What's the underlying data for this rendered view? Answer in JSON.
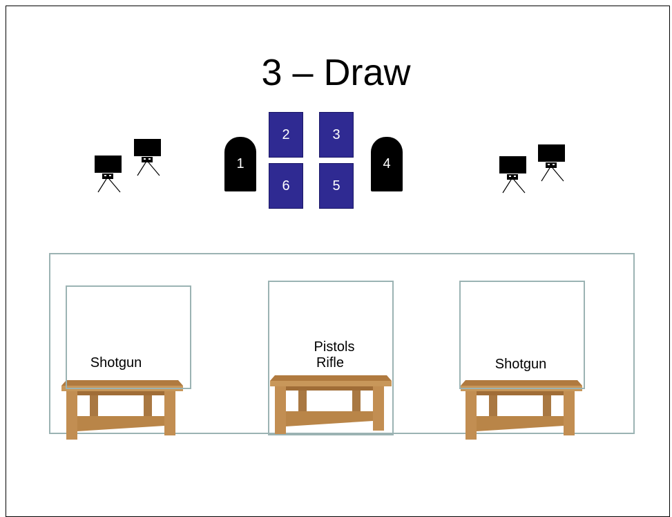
{
  "slide": {
    "title": "3 – Draw"
  },
  "targets": [
    {
      "id": "1",
      "type": "steel"
    },
    {
      "id": "2",
      "type": "paper"
    },
    {
      "id": "3",
      "type": "paper"
    },
    {
      "id": "4",
      "type": "steel"
    },
    {
      "id": "5",
      "type": "paper"
    },
    {
      "id": "6",
      "type": "paper"
    }
  ],
  "stations": [
    {
      "lines": [
        "Shotgun"
      ]
    },
    {
      "lines": [
        "Pistols",
        "Rifle"
      ]
    },
    {
      "lines": [
        "Shotgun"
      ]
    }
  ],
  "colors": {
    "steel_target": "#000000",
    "paper_target": "#2f2a92",
    "outline": "#9bb3b3",
    "table_wood": "#c8975a"
  },
  "icons": {
    "clay_thrower": "clay-thrower-icon",
    "table": "table-icon"
  }
}
